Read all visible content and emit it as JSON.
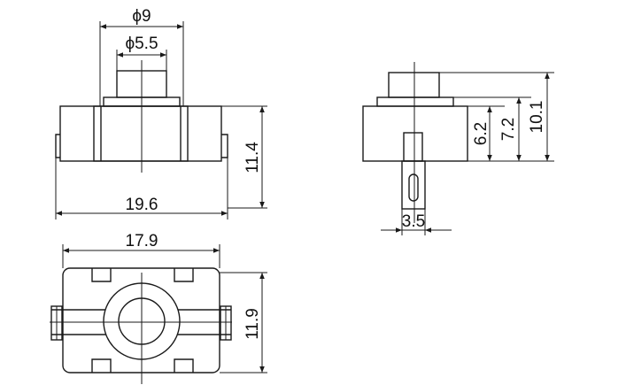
{
  "dimensions": {
    "phi9": "ϕ9",
    "phi5_5": "ϕ5.5",
    "w19_6": "19.6",
    "h11_4": "11.4",
    "w17_9": "17.9",
    "h11_9": "11.9",
    "h6_2": "6.2",
    "h7_2": "7.2",
    "h10_1": "10.1",
    "w3_5": "3.5"
  },
  "colors": {
    "line": "#1a1a1a",
    "background": "#ffffff"
  }
}
